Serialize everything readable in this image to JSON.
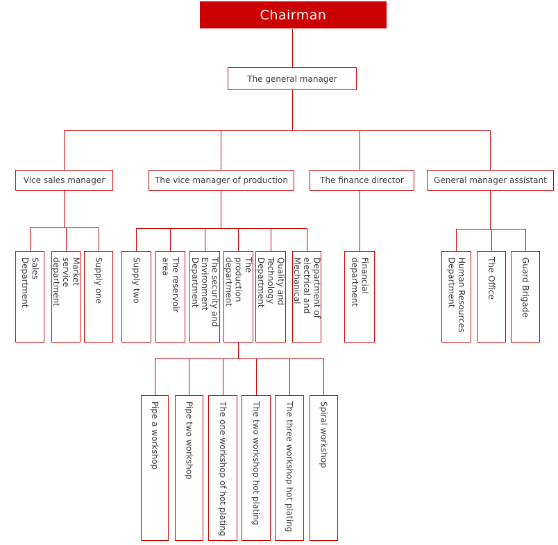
{
  "colors": {
    "accent_red": "#cc0000",
    "node_background": "#ffffff",
    "node_text": "#3b3b3b",
    "root_text": "#ffffff"
  },
  "org": {
    "chairman": "Chairman",
    "general_manager": "The general manager",
    "managers": {
      "vice_sales": "Vice sales manager",
      "vice_production": "The vice manager of production",
      "finance_director": "The finance director",
      "gm_assistant": "General manager assistant"
    },
    "sales_depts": [
      "Sales\nDepartment",
      "Market\nservice\ndepartment",
      "Supply one"
    ],
    "production_depts": [
      "Supply two",
      "The reservoir\narea",
      "The security and\nEnvironment\nDepartment",
      "The\nproduction\ndepartment",
      "Quality and\nTechnology\nDepartment",
      "Department of\nelectrical and\nMechanical"
    ],
    "finance_depts": [
      "Financial\ndepartment"
    ],
    "assistant_depts": [
      "Human Resources\nDepartment",
      "The Office",
      "Guard Brigade"
    ],
    "workshops": [
      "Pipe a workshop",
      "Pipe two workshop",
      "The one workshop of hot plating",
      "The two workshop hot plating",
      "The three workshop hot plating",
      "Spiral workshop"
    ]
  }
}
